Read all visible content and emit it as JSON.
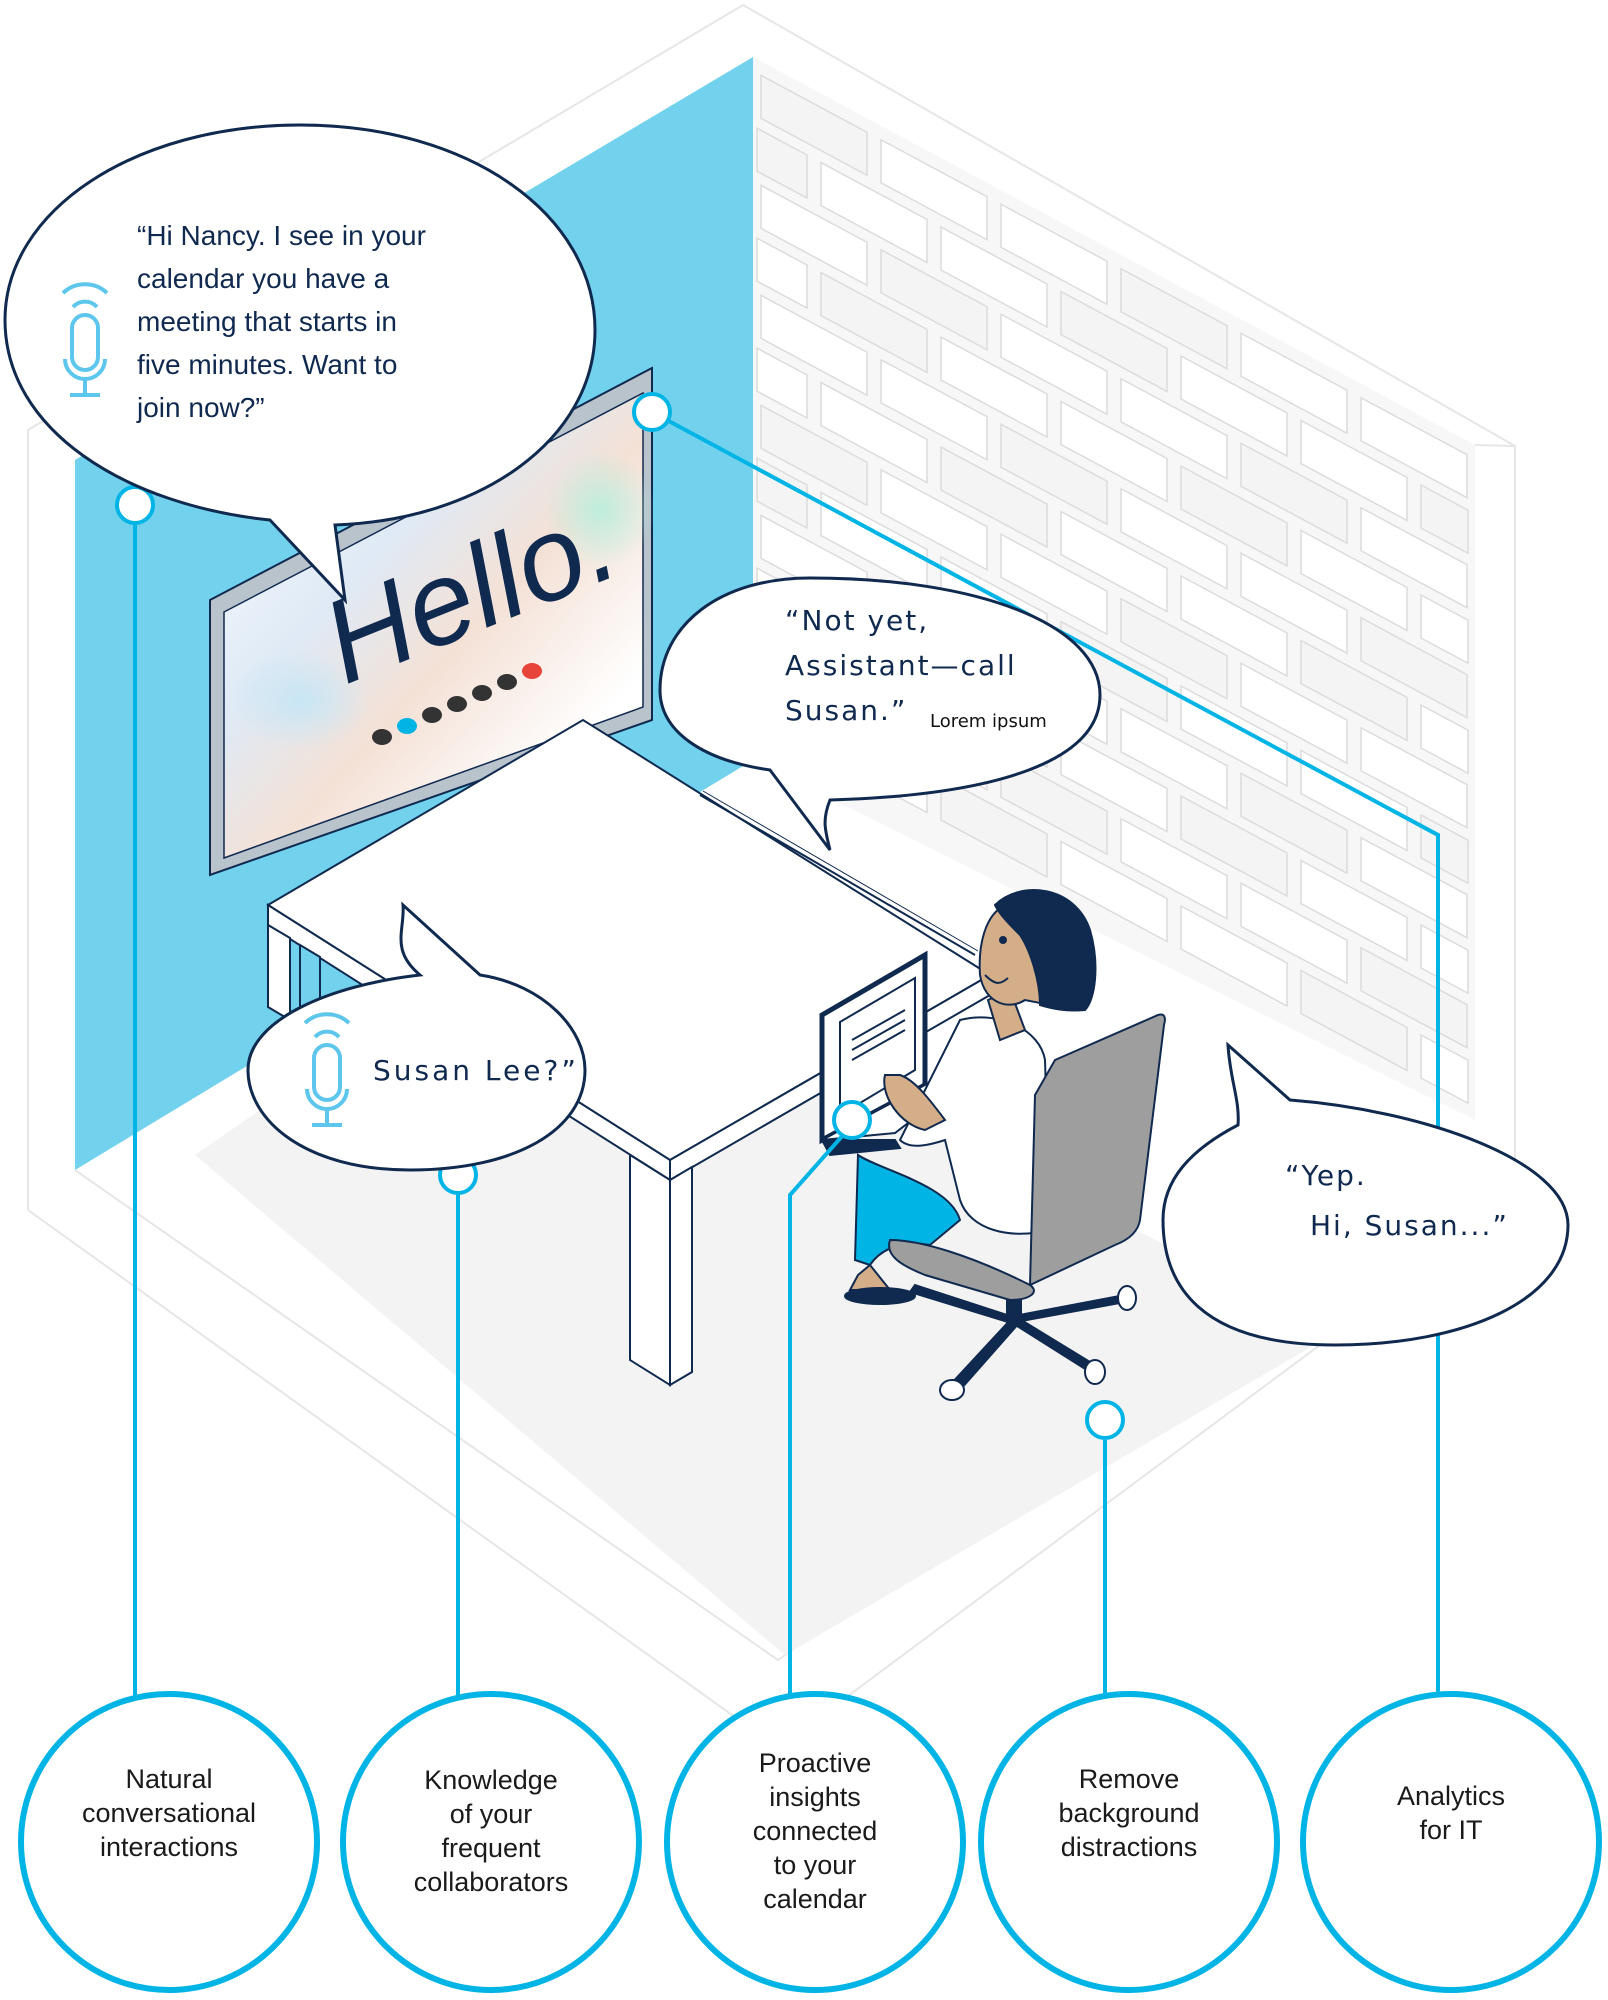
{
  "colors": {
    "accent_blue": "#00b4e6",
    "wall_blue": "#72d2ee",
    "navy": "#10294f",
    "chair_gray": "#9e9e9e",
    "skin": "#d4ae88",
    "pants": "#00b4e6",
    "end_call_red": "#e8443a"
  },
  "bubbles": {
    "assistant_greeting": {
      "lines": [
        "“Hi Nancy.    I see in your",
        "calendar you have a",
        "meeting that starts in",
        "five minutes. Want to",
        "join now?”"
      ],
      "icon": "microphone-icon"
    },
    "user_reply": {
      "lines": [
        "“Not yet,",
        "Assistant—call",
        "Susan.”"
      ],
      "note": "Lorem ipsum"
    },
    "assistant_confirm": {
      "text": "Susan Lee?”",
      "icon": "microphone-icon"
    },
    "user_confirm": {
      "lines": [
        "“Yep.",
        "Hi, Susan...”"
      ]
    }
  },
  "screen": {
    "greeting": "Hello.",
    "call_controls": [
      "mute-icon",
      "video-icon",
      "share-icon",
      "camera-switch-icon",
      "chat-icon",
      "more-icon",
      "end-call-icon"
    ]
  },
  "features": [
    {
      "id": "natural",
      "lines": [
        "Natural",
        "conversational",
        "interactions"
      ]
    },
    {
      "id": "knowledge",
      "lines": [
        "Knowledge",
        "of your",
        "frequent",
        "collaborators"
      ]
    },
    {
      "id": "proactive",
      "lines": [
        "Proactive",
        "insights",
        "connected",
        "to your",
        "calendar"
      ]
    },
    {
      "id": "remove",
      "lines": [
        "Remove",
        "background",
        "distractions"
      ]
    },
    {
      "id": "analytics",
      "lines": [
        "Analytics",
        "for IT"
      ]
    }
  ]
}
